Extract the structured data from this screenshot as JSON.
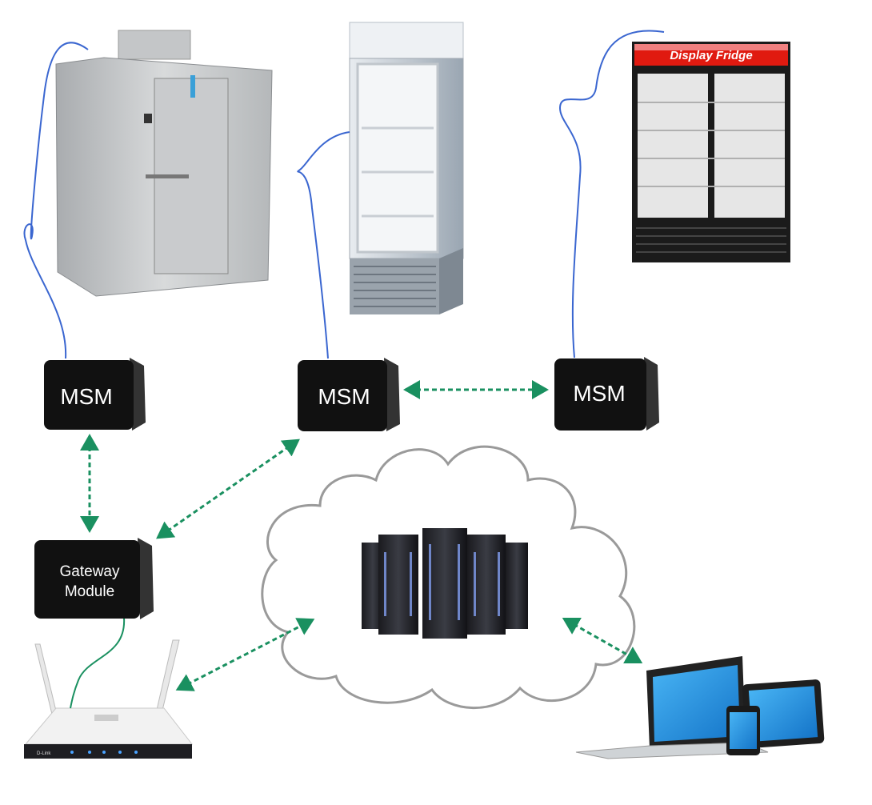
{
  "nodes": {
    "msm_left": {
      "label": "MSM"
    },
    "msm_center": {
      "label": "MSM"
    },
    "msm_right": {
      "label": "MSM"
    },
    "gateway": {
      "label_line1": "Gateway",
      "label_line2": "Module"
    },
    "display_fridge": {
      "sign": "Display Fridge"
    },
    "router": {
      "brand": "D-Link"
    }
  },
  "colors": {
    "sensor_wire": "#3a66d0",
    "link_arrow": "#1a9060",
    "module_fill": "#111111",
    "screen_blue": "#2a9be8",
    "fridge_sign": "#e01a10"
  }
}
